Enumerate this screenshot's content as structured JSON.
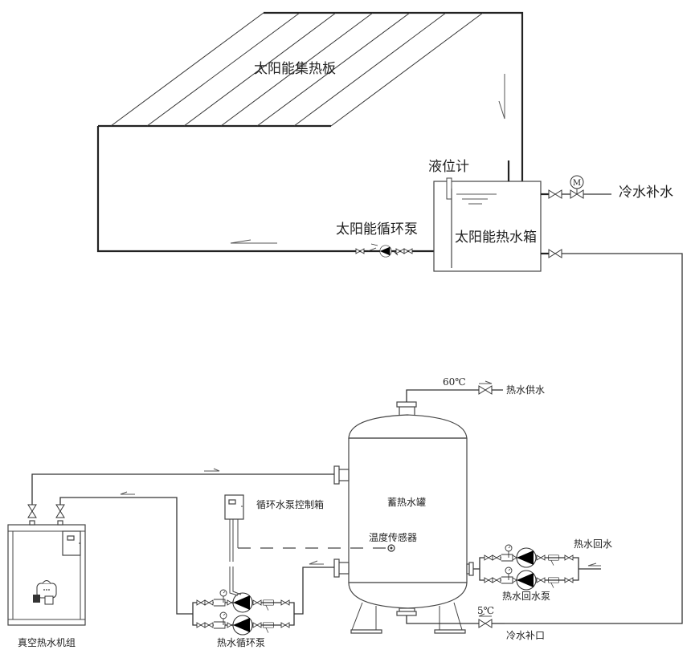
{
  "title": "太阳能+真空热水机组 热水系统原理图",
  "labels": {
    "solar_collector": "太阳能集热板",
    "level_gauge": "液位计",
    "cold_water_makeup": "冷水补水",
    "solar_circulation_pump": "太阳能循环泵",
    "solar_hot_water_tank": "太阳能热水箱",
    "supply_temp": "60℃",
    "hot_water_supply": "热水供水",
    "storage_tank": "蓄热水罐",
    "pump_control_box": "循环水泵控制箱",
    "temperature_sensor": "温度传感器",
    "hot_water_return": "热水回水",
    "hot_water_return_pump": "热水回水泵",
    "makeup_temp": "5℃",
    "cold_water_inlet": "冷水补口",
    "vacuum_hot_water_unit": "真空热水机组",
    "hot_water_circulation_pump": "热水循环泵",
    "motor_valve_symbol": "M"
  }
}
